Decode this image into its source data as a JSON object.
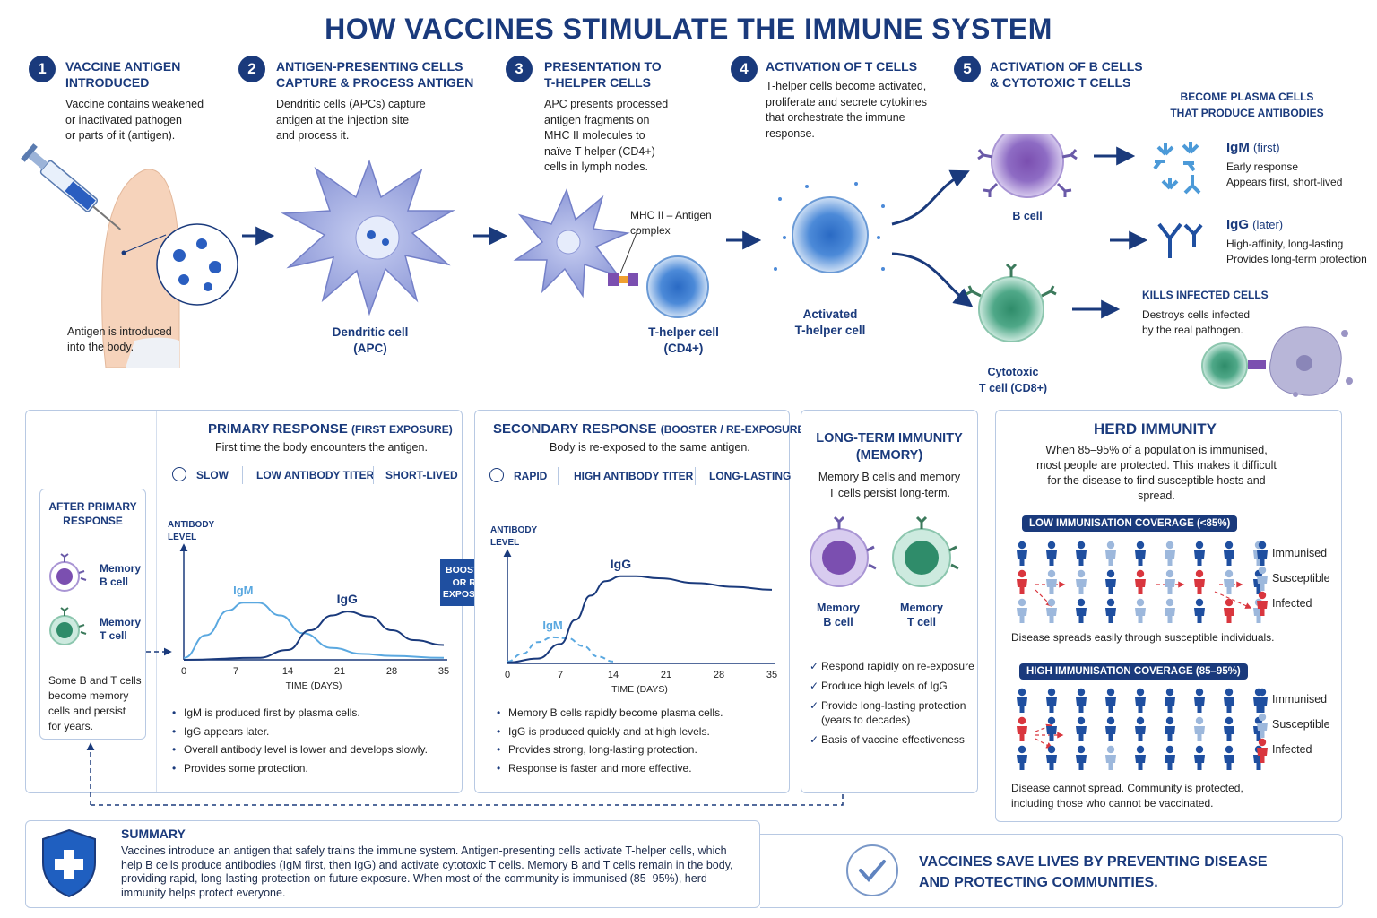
{
  "title": "HOW VACCINES STIMULATE THE IMMUNE SYSTEM",
  "steps": [
    {
      "num": "1",
      "title": "VACCINE ANTIGEN\nINTRODUCED",
      "text": "Vaccine contains weakened\nor inactivated pathogen\nor parts of it (antigen)."
    },
    {
      "num": "2",
      "title": "ANTIGEN-PRESENTING CELLS\nCAPTURE & PROCESS ANTIGEN",
      "text": "Dendritic cells (APCs) capture\nantigen at the injection site\nand process it."
    },
    {
      "num": "3",
      "title": "PRESENTATION TO\nT-HELPER CELLS",
      "text": "APC presents processed\nantigen fragments on\nMHC II molecules to\nnaïve T-helper (CD4+)\ncells in lymph nodes."
    },
    {
      "num": "4",
      "title": "ACTIVATION OF T CELLS",
      "text": "T-helper cells become activated,\nproliferate and secrete cytokines\nthat orchestrate the immune\nresponse."
    },
    {
      "num": "5",
      "title": "ACTIVATION OF B CELLS\n& CYTOTOXIC T CELLS",
      "text": ""
    }
  ],
  "labels": {
    "antigen_intro": "Antigen is introduced\ninto the body.",
    "dendritic": "Dendritic cell\n(APC)",
    "mhc": "MHC II – Antigen\ncomplex",
    "thelper": "T-helper cell\n(CD4+)",
    "activated": "Activated\nT-helper cell",
    "bcell": "B cell",
    "cytotoxic": "Cytotoxic\nT cell (CD8+)",
    "plasma_title": "BECOME PLASMA CELLS\nTHAT PRODUCE ANTIBODIES",
    "igm_name": "IgM",
    "igm_tag": "(first)",
    "igm_desc": "Early response\nAppears first, short-lived",
    "igg_name": "IgG",
    "igg_tag": "(later)",
    "igg_desc": "High-affinity, long-lasting\nProvides long-term protection",
    "kills_title": "KILLS INFECTED CELLS",
    "kills_desc": "Destroys cells infected\nby the real pathogen."
  },
  "primary": {
    "title": "PRIMARY RESPONSE",
    "title_sub": "(FIRST EXPOSURE)",
    "subtitle": "First time the body encounters the antigen.",
    "tags": [
      "SLOW",
      "LOW ANTIBODY TITER",
      "SHORT-LIVED"
    ],
    "bullets": [
      "IgM is produced first by plasma cells.",
      "IgG appears later.",
      "Overall antibody level is lower and develops slowly.",
      "Provides some protection."
    ]
  },
  "after_primary": {
    "title": "AFTER PRIMARY\nRESPONSE",
    "memory_b": "Memory\nB cell",
    "memory_t": "Memory\nT cell",
    "text": "Some B and T cells\nbecome memory\ncells and persist\nfor years."
  },
  "booster_label": "BOOSTER\nOR RE-\nEXPOSURE",
  "secondary": {
    "title": "SECONDARY RESPONSE",
    "title_sub": "(BOOSTER / RE-EXPOSURE)",
    "subtitle": "Body is re-exposed to the same antigen.",
    "tags": [
      "RAPID",
      "HIGH ANTIBODY TITER",
      "LONG-LASTING"
    ],
    "bullets": [
      "Memory B cells rapidly become plasma cells.",
      "IgG is produced quickly and at high levels.",
      "Provides strong, long-lasting protection.",
      "Response is faster and more effective."
    ]
  },
  "longterm": {
    "title": "LONG-TERM IMMUNITY\n(MEMORY)",
    "subtitle": "Memory B cells and memory\nT cells persist long-term.",
    "memory_b": "Memory\nB cell",
    "memory_t": "Memory\nT cell",
    "checks": [
      "Respond rapidly on re-exposure",
      "Produce high levels of IgG",
      "Provide long-lasting protection\n(years to decades)",
      "Basis of vaccine effectiveness"
    ]
  },
  "herd": {
    "title": "HERD IMMUNITY",
    "intro": "When 85–95% of a population is immunised,\nmost people are protected. This makes it difficult\nfor the disease to find susceptible hosts and\nspread.",
    "low_label": "LOW IMMUNISATION COVERAGE (<85%)",
    "low_caption": "Disease spreads easily through susceptible individuals.",
    "high_label": "HIGH IMMUNISATION COVERAGE (85–95%)",
    "high_caption": "Disease cannot spread. Community is protected,\nincluding those who cannot be vaccinated.",
    "legend": [
      "Immunised",
      "Susceptible",
      "Infected"
    ],
    "colors": {
      "immunised": "#1f4fa0",
      "susceptible": "#9db8dc",
      "infected": "#d9363e"
    }
  },
  "summary": {
    "title": "SUMMARY",
    "text": "Vaccines introduce an antigen that safely trains the immune system. Antigen-presenting cells activate T-helper cells, which help B cells produce antibodies (IgM first, then IgG) and activate cytotoxic T cells. Memory B and T cells remain in the body, providing rapid, long-lasting protection on future exposure. When most of the community is immunised (85–95%), herd immunity helps protect everyone."
  },
  "tagline": "VACCINES SAVE LIVES BY PREVENTING DISEASE\nAND PROTECTING COMMUNITIES.",
  "chart_data": [
    {
      "type": "line",
      "title": "PRIMARY RESPONSE",
      "xlabel": "TIME (DAYS)",
      "ylabel": "ANTIBODY\nLEVEL",
      "x_ticks": [
        0,
        7,
        14,
        21,
        28,
        35
      ],
      "xlim": [
        0,
        35
      ],
      "ylim": [
        0,
        1
      ],
      "series": [
        {
          "name": "IgM",
          "x": [
            0,
            3,
            6,
            8,
            10,
            13,
            16,
            20,
            24,
            28,
            35
          ],
          "y": [
            0.02,
            0.25,
            0.5,
            0.58,
            0.58,
            0.45,
            0.27,
            0.12,
            0.06,
            0.04,
            0.02
          ],
          "color": "#5aa8e0"
        },
        {
          "name": "IgG",
          "x": [
            0,
            10,
            14,
            17,
            20,
            22,
            25,
            28,
            31,
            35
          ],
          "y": [
            0,
            0.02,
            0.1,
            0.3,
            0.45,
            0.49,
            0.44,
            0.3,
            0.2,
            0.15
          ],
          "color": "#1a3a7c"
        }
      ]
    },
    {
      "type": "line",
      "title": "SECONDARY RESPONSE",
      "xlabel": "TIME (DAYS)",
      "ylabel": "ANTIBODY\nLEVEL",
      "x_ticks": [
        0,
        7,
        14,
        21,
        28,
        35
      ],
      "xlim": [
        0,
        35
      ],
      "ylim": [
        0,
        1
      ],
      "series": [
        {
          "name": "IgM",
          "x": [
            0,
            2,
            4,
            6,
            8,
            10,
            12,
            14
          ],
          "y": [
            0.02,
            0.1,
            0.22,
            0.27,
            0.26,
            0.18,
            0.07,
            0.02
          ],
          "color": "#5aa8e0",
          "dashed": true
        },
        {
          "name": "IgG",
          "x": [
            0,
            4,
            7,
            9,
            11,
            13,
            15,
            17,
            20,
            25,
            30,
            35
          ],
          "y": [
            0.01,
            0.05,
            0.2,
            0.45,
            0.7,
            0.85,
            0.9,
            0.9,
            0.88,
            0.83,
            0.79,
            0.76
          ],
          "color": "#1a3a7c"
        }
      ]
    }
  ]
}
